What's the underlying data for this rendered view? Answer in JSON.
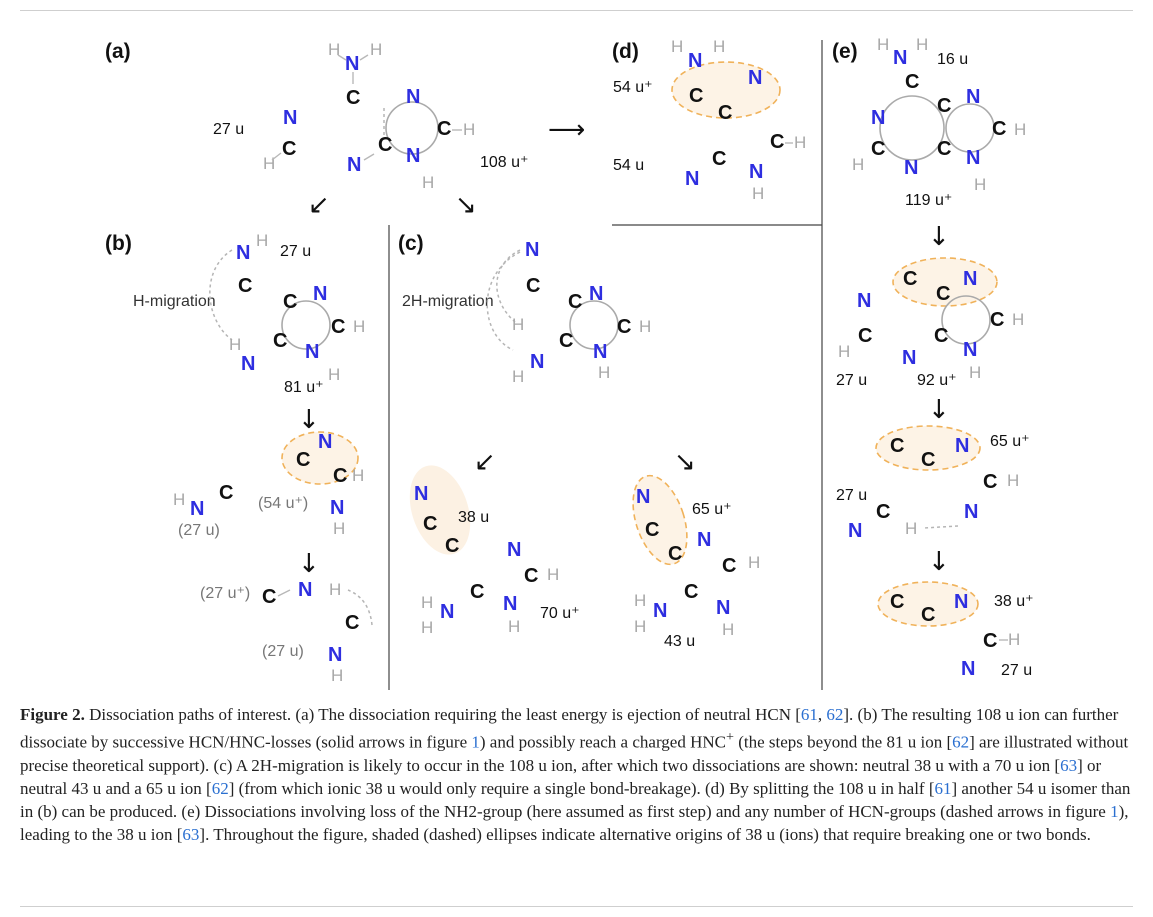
{
  "figure": {
    "panels": {
      "a": "(a)",
      "b": "(b)",
      "c": "(c)",
      "d": "(d)",
      "e": "(e)"
    },
    "atoms": {
      "C": "C",
      "N": "N",
      "H": "H"
    },
    "masses": {
      "m27": "27 u",
      "m108p": "108 u⁺",
      "m54p": "54 u⁺",
      "m54": "54 u",
      "m16": "16 u",
      "m119p": "119 u⁺",
      "m81p": "81 u⁺",
      "m54p_par": "(54 u⁺)",
      "m27_par": "(27 u)",
      "m27p_par": "(27 u⁺)",
      "m38": "38 u",
      "m65p": "65 u⁺",
      "m70p": "70 u⁺",
      "m43": "43 u",
      "m92p": "92 u⁺",
      "m38p": "38 u⁺"
    },
    "labels": {
      "h_migration": "H-migration",
      "h2_migration": "2H-migration"
    },
    "arrows": {
      "right": "⟶",
      "down": "↓",
      "down_left": "↙",
      "down_right": "↘"
    }
  },
  "caption": {
    "label": "Figure 2.",
    "s1": " Dissociation paths of interest. (a) The dissociation requiring the least energy is ejection of neutral HCN [",
    "r61": "61",
    "sep": ", ",
    "r62": "62",
    "s2": "]. (b) The resulting 108 u ion can further dissociate by successive HCN/HNC-losses (solid arrows in figure ",
    "r1": "1",
    "s3": ") and possibly reach a charged HNC",
    "plus": "+",
    "s4": " (the steps beyond the 81 u ion [",
    "s5": "] are illustrated without precise theoretical support). (c) A 2H-migration is likely to occur in the 108 u ion, after which two dissociations are shown: neutral 38 u with a 70 u ion [",
    "r63": "63",
    "s6": "] or neutral 43 u and a 65 u ion [",
    "s7": "] (from which ionic 38 u would only require a single bond-breakage). (d) By splitting the 108 u in half [",
    "s8": "] another 54 u isomer than in (b) can be produced. (e) Dissociations involving loss of the NH2-group (here assumed as first step) and any number of HCN-groups (dashed arrows in figure ",
    "s9": "), leading to the 38 u ion [",
    "s10": "]. Throughout the figure, shaded (dashed) ellipses indicate alternative origins of 38 u (ions) that require breaking one or two bonds."
  }
}
